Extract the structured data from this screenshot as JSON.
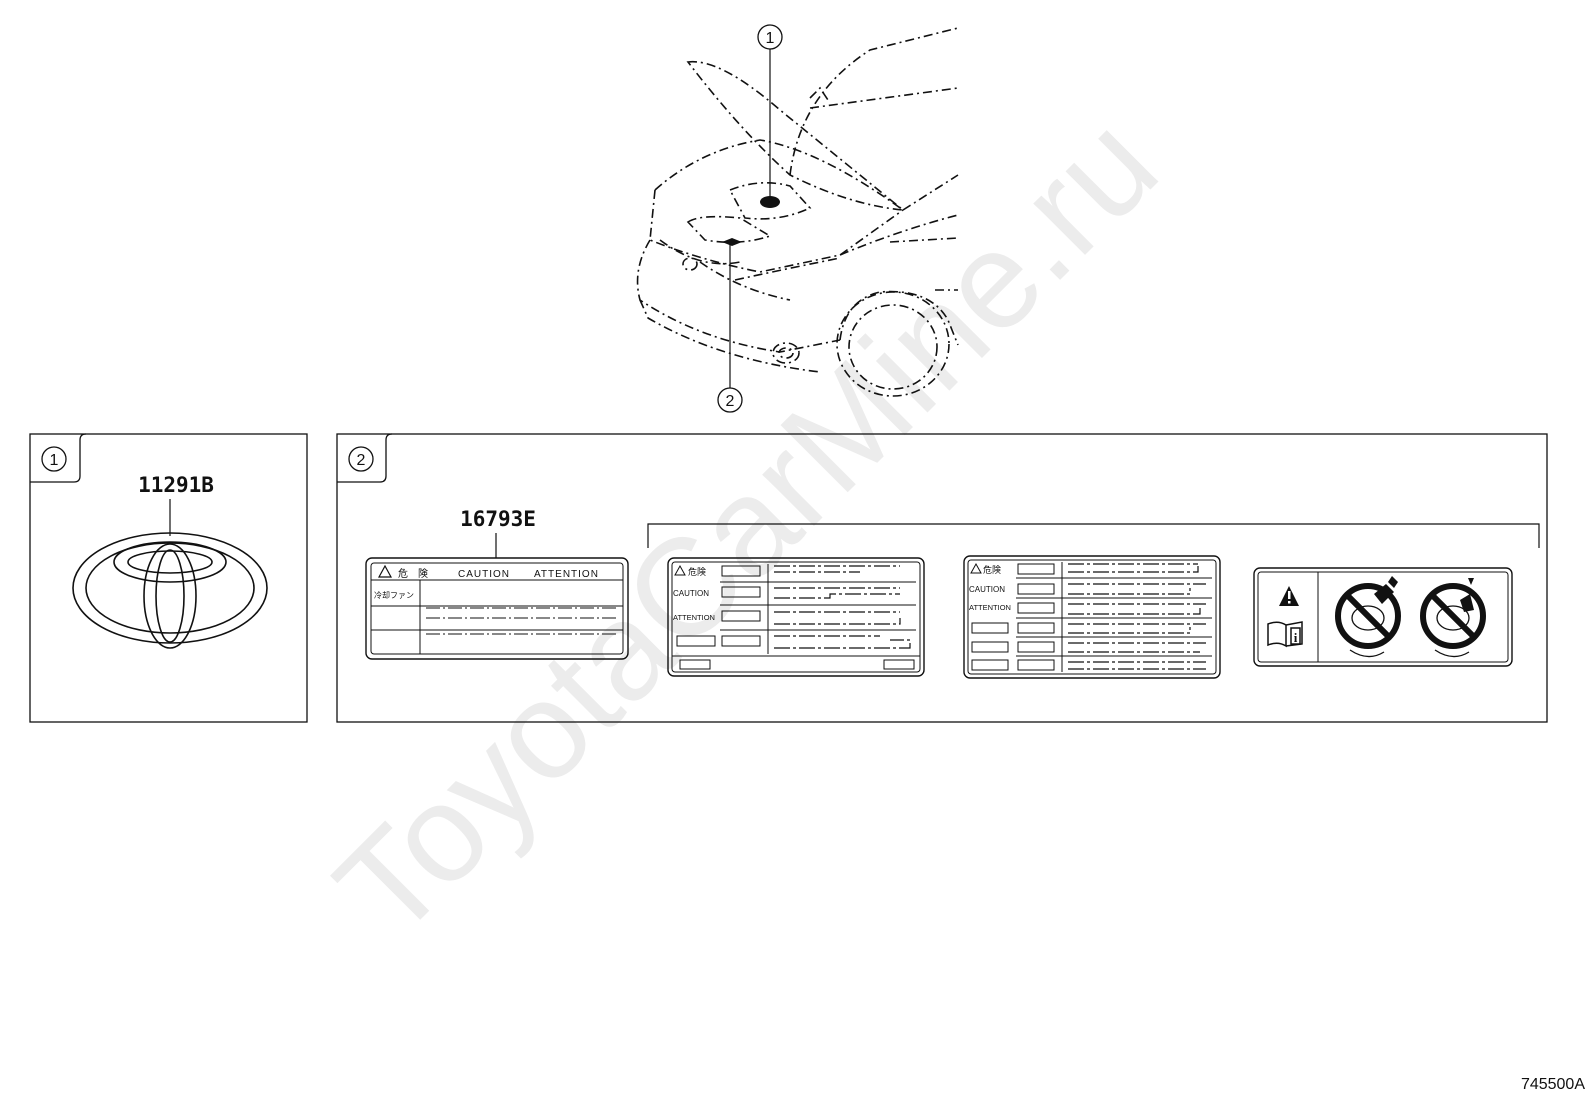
{
  "callouts": {
    "c1": "1",
    "c2": "2"
  },
  "panel1": {
    "callout": "1",
    "part_number": "11291B"
  },
  "panel2": {
    "callout": "2",
    "part_number": "16793E",
    "label_a": {
      "danger": "危　険",
      "caution": "CAUTION",
      "attention": "ATTENTION",
      "row_label": "冷却ファン"
    },
    "label_b": {
      "danger": "危険",
      "caution": "CAUTION",
      "attention": "ATTENTION"
    },
    "label_c": {
      "danger": "危険",
      "caution": "CAUTION",
      "attention": "ATTENTION"
    }
  },
  "watermark": "ToyotaCarMine.ru",
  "figure_id": "745500A"
}
